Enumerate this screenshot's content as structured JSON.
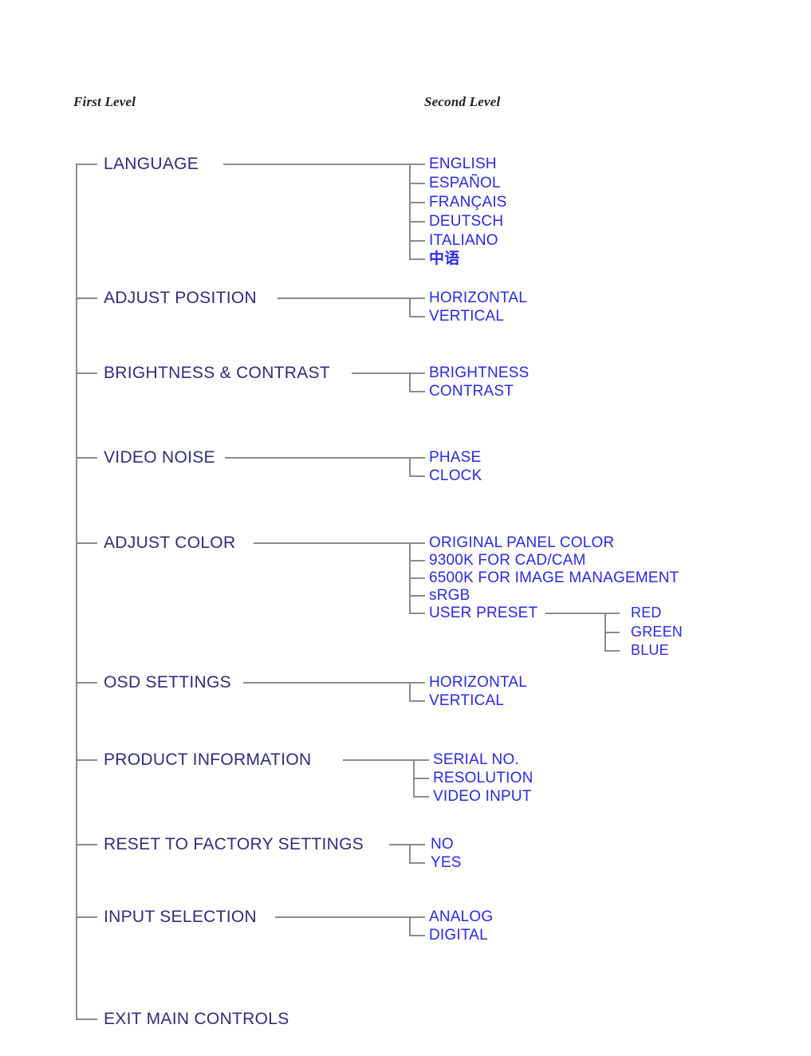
{
  "headers": {
    "first_level": "First Level",
    "second_level": "Second Level"
  },
  "colors": {
    "background": "#ffffff",
    "level1_text": "#2e2e7a",
    "level2_text": "#2a2ae6",
    "level3_text": "#2a2ae6",
    "header_text": "#231f20",
    "connector_line": "#8c8c8c"
  },
  "menu": {
    "groups": [
      {
        "label": "LANGUAGE",
        "children": [
          {
            "label": "ENGLISH"
          },
          {
            "label": "ESPAÑOL"
          },
          {
            "label": "FRANÇAIS"
          },
          {
            "label": "DEUTSCH"
          },
          {
            "label": "ITALIANO"
          },
          {
            "label": "中语"
          }
        ]
      },
      {
        "label": "ADJUST POSITION",
        "children": [
          {
            "label": "HORIZONTAL"
          },
          {
            "label": "VERTICAL"
          }
        ]
      },
      {
        "label": "BRIGHTNESS & CONTRAST",
        "children": [
          {
            "label": "BRIGHTNESS"
          },
          {
            "label": "CONTRAST"
          }
        ]
      },
      {
        "label": "VIDEO NOISE",
        "children": [
          {
            "label": "PHASE"
          },
          {
            "label": "CLOCK"
          }
        ]
      },
      {
        "label": "ADJUST COLOR",
        "children": [
          {
            "label": "ORIGINAL PANEL COLOR"
          },
          {
            "label": "9300K FOR CAD/CAM"
          },
          {
            "label": "6500K FOR IMAGE MANAGEMENT"
          },
          {
            "label": "sRGB"
          },
          {
            "label": "USER PRESET",
            "children": [
              {
                "label": "RED"
              },
              {
                "label": "GREEN"
              },
              {
                "label": "BLUE"
              }
            ]
          }
        ]
      },
      {
        "label": "OSD SETTINGS",
        "children": [
          {
            "label": "HORIZONTAL"
          },
          {
            "label": "VERTICAL"
          }
        ]
      },
      {
        "label": "PRODUCT INFORMATION",
        "children": [
          {
            "label": "SERIAL NO."
          },
          {
            "label": "RESOLUTION"
          },
          {
            "label": "VIDEO INPUT"
          }
        ]
      },
      {
        "label": "RESET TO FACTORY SETTINGS",
        "children": [
          {
            "label": "NO"
          },
          {
            "label": "YES"
          }
        ]
      },
      {
        "label": "INPUT SELECTION",
        "children": [
          {
            "label": "ANALOG"
          },
          {
            "label": "DIGITAL"
          }
        ]
      },
      {
        "label": "EXIT MAIN CONTROLS",
        "children": []
      }
    ]
  }
}
